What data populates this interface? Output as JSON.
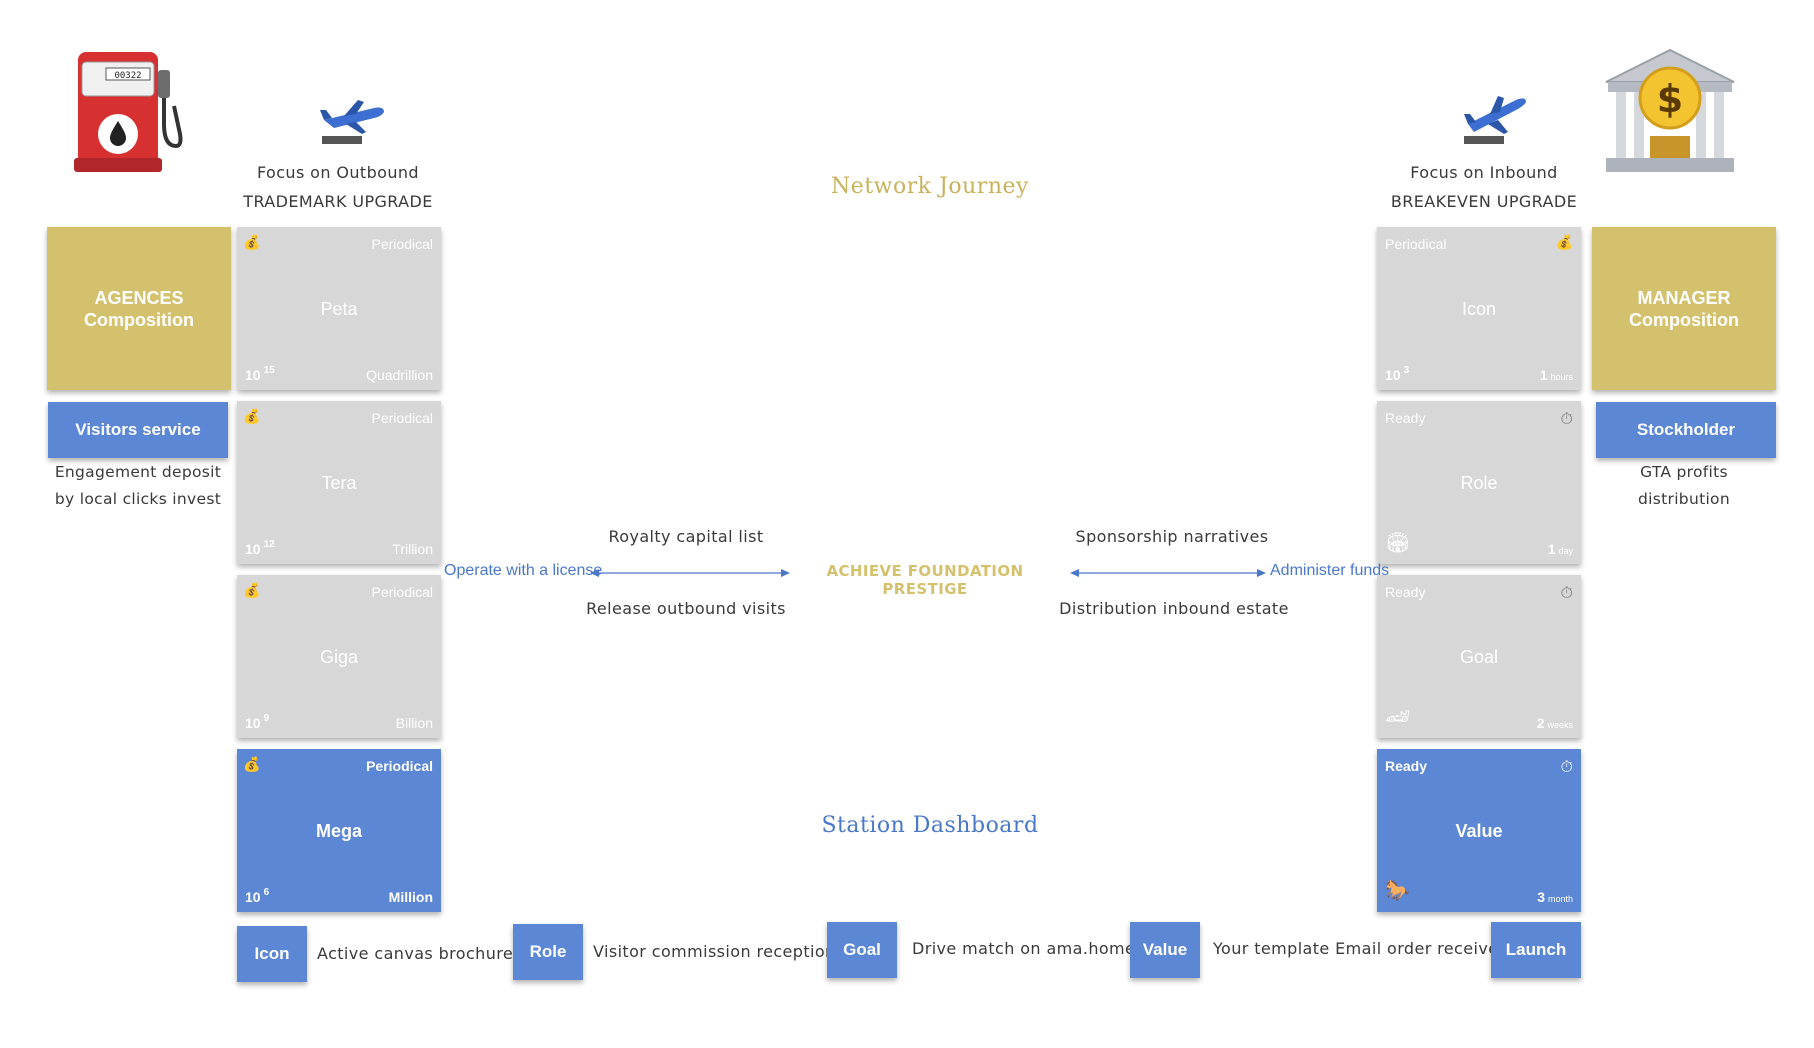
{
  "headers": {
    "left": {
      "line1": "Focus on Outbound",
      "line2": "TRADEMARK UPGRADE"
    },
    "right": {
      "line1": "Focus on Inbound",
      "line2": "BREAKEVEN UPGRADE"
    },
    "network_title": "Network Journey",
    "dashboard_title": "Station Dashboard"
  },
  "left_panel": {
    "box_line1": "AGENCES",
    "box_line2": "Composition",
    "button": "Visitors service",
    "desc_line1": "Engagement deposit",
    "desc_line2": "by local clicks invest"
  },
  "right_panel": {
    "box_line1": "MANAGER",
    "box_line2": "Composition",
    "button": "Stockholder",
    "desc_line1": "GTA profits",
    "desc_line2": "distribution"
  },
  "left_tiles": [
    {
      "tag": "Periodical",
      "name": "Peta",
      "base": "10",
      "exp": "15",
      "unit": "Quadrillion",
      "active": false
    },
    {
      "tag": "Periodical",
      "name": "Tera",
      "base": "10",
      "exp": "12",
      "unit": "Trillion",
      "active": false
    },
    {
      "tag": "Periodical",
      "name": "Giga",
      "base": "10",
      "exp": "9",
      "unit": "Billion",
      "active": false
    },
    {
      "tag": "Periodical",
      "name": "Mega",
      "base": "10",
      "exp": "6",
      "unit": "Million",
      "active": true
    }
  ],
  "right_tiles": [
    {
      "tag": "Periodical",
      "name": "Icon",
      "base": "10",
      "exp": "3",
      "dur_num": "1",
      "dur_unit": "hours",
      "active": false
    },
    {
      "tag": "Ready",
      "name": "Role",
      "dur_num": "1",
      "dur_unit": "day",
      "active": false
    },
    {
      "tag": "Ready",
      "name": "Goal",
      "dur_num": "2",
      "dur_unit": "weeks",
      "active": false
    },
    {
      "tag": "Ready",
      "name": "Value",
      "dur_num": "3",
      "dur_unit": "month",
      "active": true
    }
  ],
  "middle": {
    "left_top": "Royalty capital list",
    "left_bottom": "Release outbound visits",
    "right_top": "Sponsorship narratives",
    "right_bottom": "Distribution inbound estate",
    "left_link": "Operate with a license",
    "right_link": "Administer funds",
    "center": "ACHIEVE FOUNDATION PRESTIGE"
  },
  "legend": [
    {
      "label": "Icon",
      "text": "Active canvas brochure"
    },
    {
      "label": "Role",
      "text": "Visitor commission reception"
    },
    {
      "label": "Goal",
      "text": "Drive match on ama.homes"
    },
    {
      "label": "Value",
      "text": "Your template Email order received"
    },
    {
      "label": "Launch"
    }
  ],
  "pump_counter": "00322",
  "icons": {
    "pump": "fuel-pump-icon",
    "bank": "bank-icon",
    "left_plane": "airplane-departure-icon",
    "right_plane": "airplane-arrival-icon",
    "money_bag": "money-bag-icon",
    "stopwatch": "stopwatch-icon",
    "stadium": "stadium-icon",
    "race_car": "race-car-icon",
    "horse": "racehorse-icon"
  },
  "colors": {
    "gold": "#d4c16e",
    "blue": "#5b87d4",
    "gray_tile": "#d7d7d7",
    "gold_text": "#c9b25c",
    "blue_text": "#4a78c9"
  }
}
